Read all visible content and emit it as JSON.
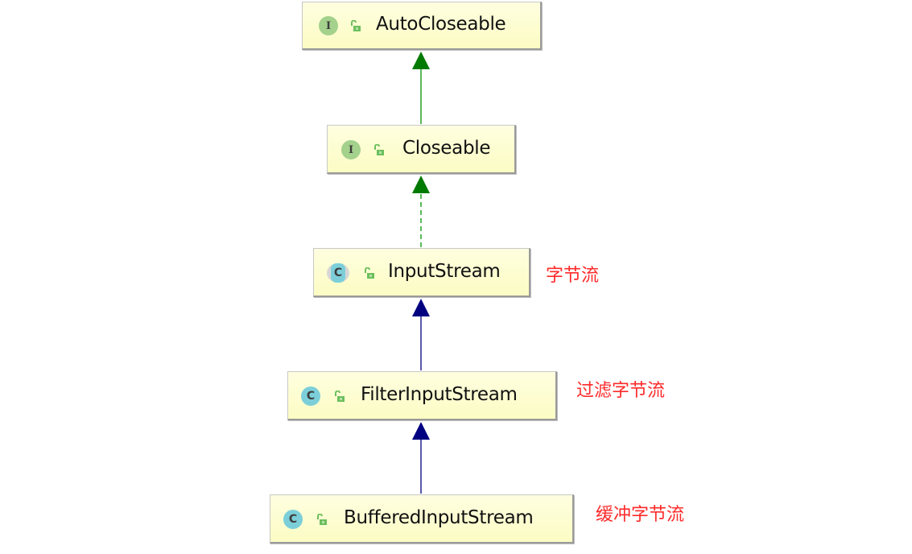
{
  "diagram": {
    "type": "class-hierarchy",
    "nodes": [
      {
        "id": "autocloseable",
        "name": "AutoCloseable",
        "kind": "interface",
        "kind_icon": "I",
        "visibility": "public",
        "annotation": ""
      },
      {
        "id": "closeable",
        "name": "Closeable",
        "kind": "interface",
        "kind_icon": "I",
        "visibility": "public",
        "annotation": ""
      },
      {
        "id": "inputstream",
        "name": "InputStream",
        "kind": "abstract-class",
        "kind_icon": "C",
        "visibility": "public",
        "annotation": "字节流"
      },
      {
        "id": "filterinputstream",
        "name": "FilterInputStream",
        "kind": "class",
        "kind_icon": "C",
        "visibility": "public",
        "annotation": "过滤字节流"
      },
      {
        "id": "bufferedinputstream",
        "name": "BufferedInputStream",
        "kind": "class",
        "kind_icon": "C",
        "visibility": "public",
        "annotation": "缓冲字节流"
      }
    ],
    "edges": [
      {
        "from": "closeable",
        "to": "autocloseable",
        "relation": "extends",
        "style": "solid",
        "color": "#008000"
      },
      {
        "from": "inputstream",
        "to": "closeable",
        "relation": "implements",
        "style": "dashed",
        "color": "#008000"
      },
      {
        "from": "filterinputstream",
        "to": "inputstream",
        "relation": "extends",
        "style": "solid",
        "color": "#000080"
      },
      {
        "from": "bufferedinputstream",
        "to": "filterinputstream",
        "relation": "extends",
        "style": "solid",
        "color": "#000080"
      }
    ]
  },
  "colors": {
    "annotation": "#ff2a2a",
    "interface_icon": "#a4d18c",
    "class_icon": "#7ccfd9",
    "lock_icon": "#6cbf5c",
    "interface_edge": "#008000",
    "class_edge": "#000080"
  }
}
